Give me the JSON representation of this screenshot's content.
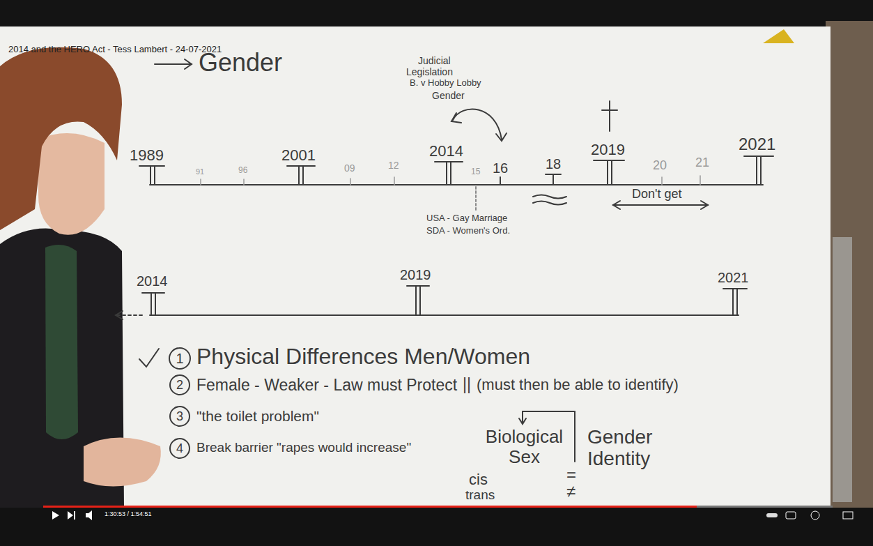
{
  "diagram": {
    "title": "2014 and the HERO Act - Tess Lambert - 24-07-2021",
    "nodes": [
      {
        "text": [
          "1"
        ]
      },
      {
        "text": [
          "2"
        ]
      },
      {
        "text": [
          "3"
        ]
      },
      {
        "text": [
          "4"
        ]
      }
    ],
    "labels": [
      "Gender",
      "Judicial",
      "Legislation",
      "B. v Hobby Lobby",
      "Gender",
      "1989",
      "91",
      "96",
      "2001",
      "09",
      "12",
      "2014",
      "15",
      "16",
      "18",
      "2019",
      "20",
      "21",
      "2021",
      "USA - Gay Marriage",
      "SDA - Women's Ord.",
      "Don't get",
      "2014",
      "2019",
      "2021",
      "Physical Differences Men/Women",
      "Female - Weaker - Law must Protect",
      "||",
      "(must then be able to identify)",
      "\"the toilet problem\"",
      "Break barrier \"rapes would increase\"",
      "Biological Sex",
      "Gender Identity",
      "cis",
      "=",
      "trans",
      "≠",
      "1:30:53 / 1:54:51"
    ]
  }
}
